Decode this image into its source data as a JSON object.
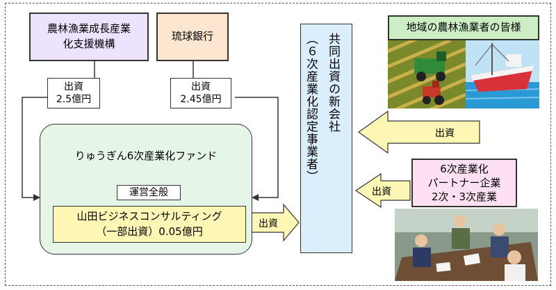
{
  "funders": {
    "agency_line1": "農林漁業成長産業",
    "agency_line2": "化支援機構",
    "bank": "琉球銀行"
  },
  "investments": {
    "agency_label": "出資",
    "agency_amount": "2.5億円",
    "bank_label": "出資",
    "bank_amount": "2.45億円"
  },
  "fund": {
    "title": "りゅうぎん6次産業化ファンド",
    "operation_label": "運営全般",
    "operator_line1": "山田ビジネスコンサルティング",
    "operator_line2": "（一部出資）0.05億円"
  },
  "joint_venture": {
    "line1": "共同出資の新会社",
    "line2": "（６次産業化認定事業者）"
  },
  "farmers": {
    "title": "地域の農林漁業者の皆様"
  },
  "partners": {
    "line1": "6次産業化",
    "line2": "パートナー企業",
    "line3": "2次・3次産業"
  },
  "arrows": {
    "fund_to_jv": "出資",
    "farmers_to_jv": "出資",
    "partners_to_jv": "出資"
  },
  "colors": {
    "arrow_fill": "#fdf6b4",
    "agency_box": "#ece3ff",
    "bank_box": "#fde6cf",
    "fund_bg": "#e5f6e8",
    "jv_bg": "#dbeefb",
    "partner_box": "#fde1f2",
    "farmers_box": "#cdeec4"
  }
}
